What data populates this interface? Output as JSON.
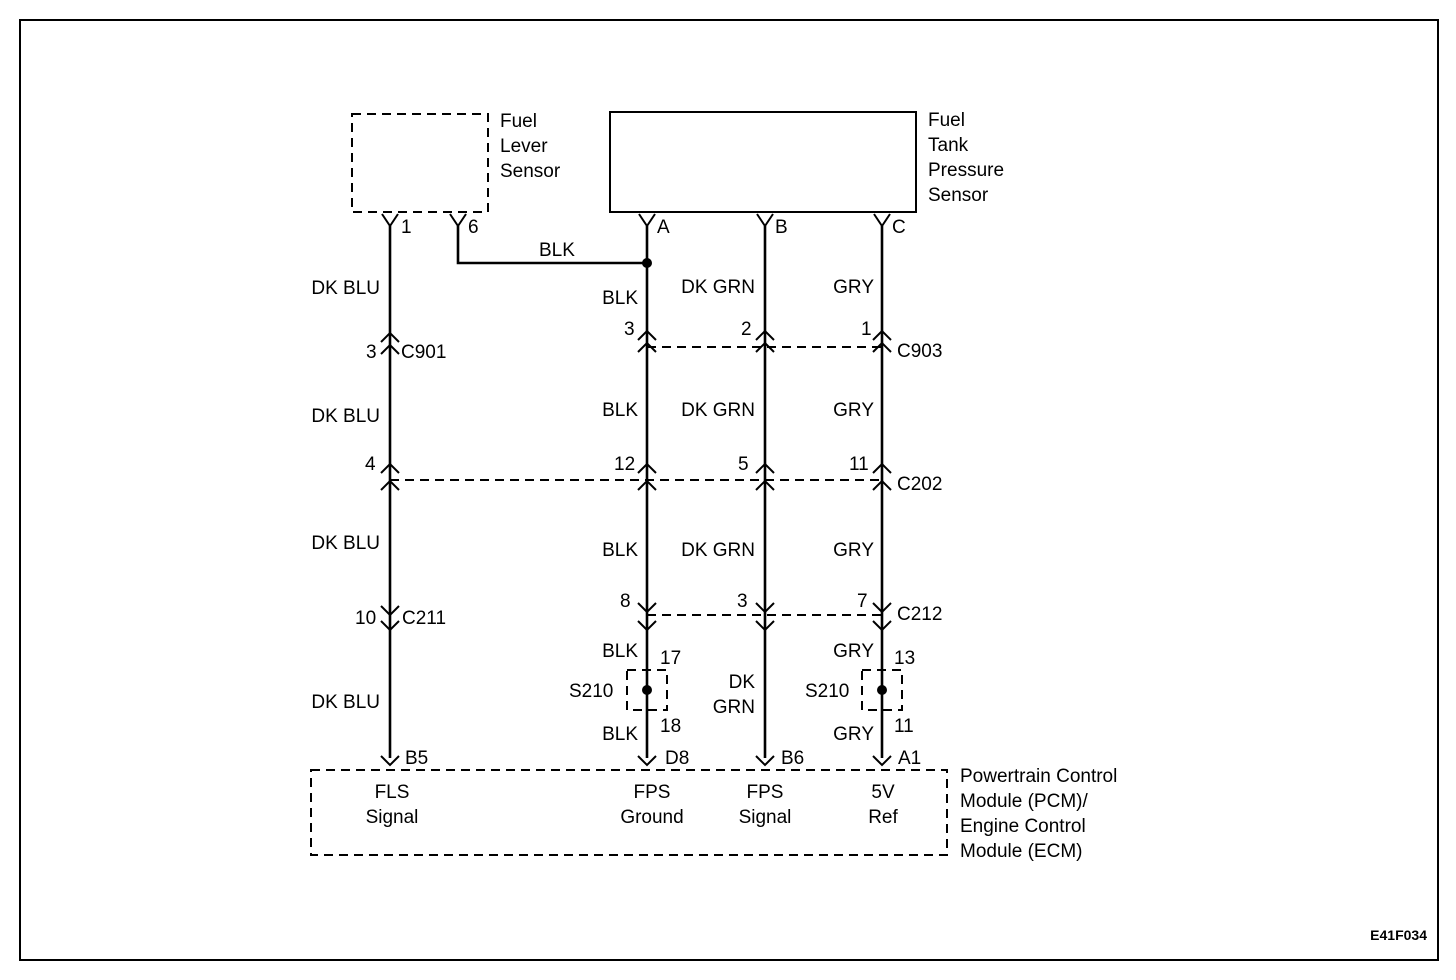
{
  "components": {
    "fuel_level_sensor": [
      "Fuel",
      "Lever",
      "Sensor"
    ],
    "fuel_tank_pressure_sensor": [
      "Fuel",
      "Tank",
      "Pressure",
      "Sensor"
    ],
    "pcm": [
      "Powertrain Control",
      "Module (PCM)/",
      "Engine  Control",
      "Module (ECM)"
    ]
  },
  "sensor_pins": {
    "p1": "1",
    "p6": "6",
    "pA": "A",
    "pB": "B",
    "pC": "C"
  },
  "wires": {
    "blk_top": "BLK",
    "c1_w1": "DK BLU",
    "c1_w2": "DK BLU",
    "c1_w3": "DK BLU",
    "c1_w4": "DK BLU",
    "c2_w1": "BLK",
    "c2_w2": "BLK",
    "c2_w3": "BLK",
    "c2_w4": "BLK",
    "c2_w5": "BLK",
    "c3_w1": "DK GRN",
    "c3_w2": "DK GRN",
    "c3_w3": "DK GRN",
    "c3_w4a": "DK",
    "c3_w4b": "GRN",
    "c4_w1": "GRY",
    "c4_w2": "GRY",
    "c4_w3": "GRY",
    "c4_w4": "GRY",
    "c4_w5": "GRY"
  },
  "connectors": {
    "c901": {
      "name": "C901",
      "pin": "3"
    },
    "c903": {
      "name": "C903",
      "pins": [
        "3",
        "2",
        "1"
      ]
    },
    "c202": {
      "name": "C202",
      "pins": [
        "4",
        "12",
        "5",
        "11"
      ]
    },
    "c211": {
      "name": "C211",
      "pin": "10"
    },
    "c212": {
      "name": "C212",
      "pins": [
        "8",
        "3",
        "7"
      ]
    }
  },
  "splices": {
    "left": {
      "name": "S210",
      "top": "17",
      "bottom": "18"
    },
    "right": {
      "name": "S210",
      "top": "13",
      "bottom": "11"
    }
  },
  "pcm_pins": {
    "b5": "B5",
    "d8": "D8",
    "b6": "B6",
    "a1": "A1"
  },
  "pcm_terms": {
    "fls": [
      "FLS",
      "Signal"
    ],
    "fpsg": [
      "FPS",
      "Ground"
    ],
    "fpss": [
      "FPS",
      "Signal"
    ],
    "ref": [
      "5V",
      "Ref"
    ]
  },
  "figure_id": "E41F034"
}
